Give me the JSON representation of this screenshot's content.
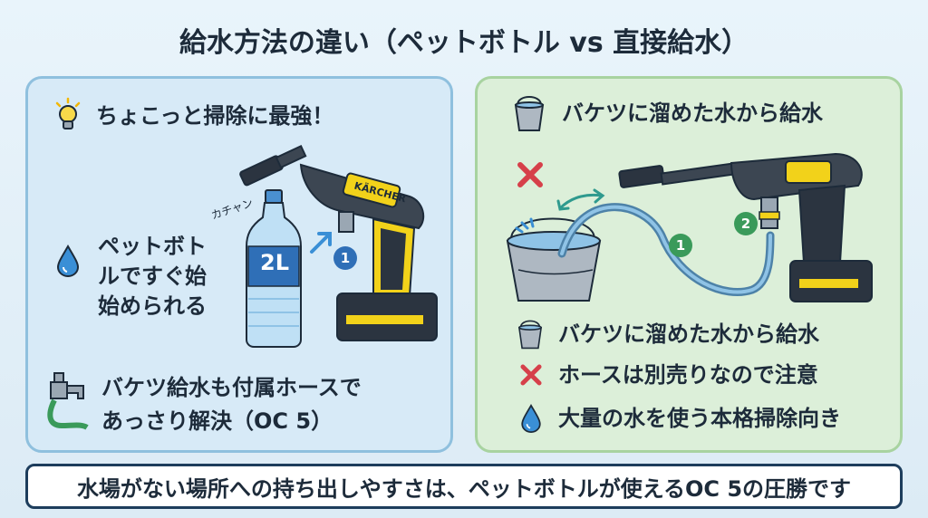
{
  "title": "給水方法の違い（ペットボトル vs 直接給水）",
  "left": {
    "heading": "ちょこっと掃除に最強！",
    "bottle_text_line1": "ペットボト",
    "bottle_text_line2": "ルですぐ始",
    "bottle_text_line3": "始められる",
    "bottle_label": "2L",
    "sound_label": "カチャン",
    "brand_label": "KÄRCHER",
    "step1_label": "1",
    "hose_text_line1": "バケツ給水も付属ホースで",
    "hose_text_line2": "あっさり解決（OC 5）"
  },
  "right": {
    "heading": "バケツに溜めた水から給水",
    "step1_label": "1",
    "step2_label": "2",
    "item1": "バケツに溜めた水から給水",
    "item2": "ホースは別売りなので注意",
    "item3": "大量の水を使う本格掃除向き"
  },
  "footer": "水場がない場所への持ち出しやすさは、ペットボトルが使えるOC 5の圧勝です",
  "colors": {
    "left_panel": "#d7eaf7",
    "right_panel": "#dcefd9",
    "accent_yellow": "#f2d21a",
    "step_blue": "#2f6fb7",
    "step_green": "#3a9a5a",
    "cross_red": "#d6404a",
    "drop_blue": "#3a8fd6"
  },
  "icons": {
    "lightbulb": "lightbulb-icon",
    "water_drop": "water-drop-icon",
    "faucet": "faucet-hose-icon",
    "bucket": "bucket-icon",
    "cross": "cross-icon"
  }
}
